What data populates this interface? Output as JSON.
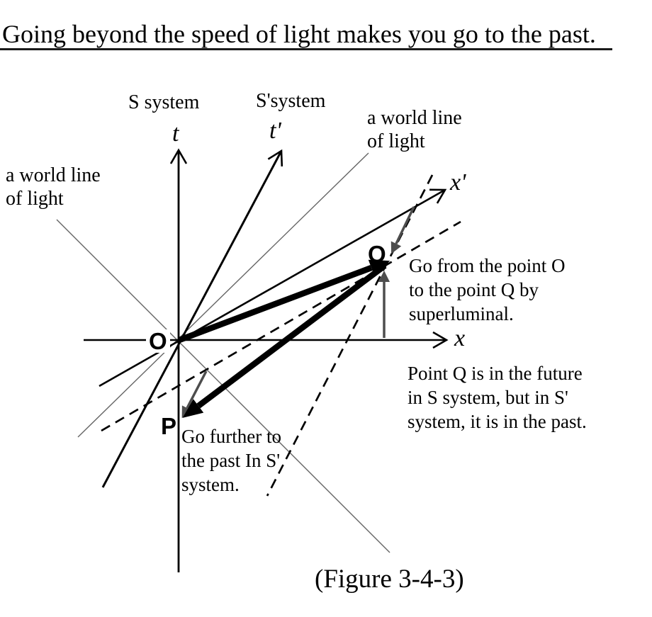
{
  "title": "Going beyond the speed of light makes you go to the past.",
  "frame_labels": {
    "s": "S system",
    "s_prime": "S'system"
  },
  "axis_labels": {
    "t": "t",
    "t_prime": "t'",
    "x": "x",
    "x_prime": "x'"
  },
  "point_labels": {
    "origin": "O",
    "q": "Q",
    "p": "P"
  },
  "world_line_labels": {
    "left": "a world line\nof light",
    "right": "a world line\nof light"
  },
  "annotations": {
    "superluminal_trip": "Go from the point O\nto the point Q by\nsuperluminal.",
    "q_relativity": "Point Q is in the future\nin S system, but in S'\nsystem, it is in the past.",
    "p_further_past": "Go further to\nthe past In S'\nsystem."
  },
  "caption": "(Figure 3-4-3)",
  "colors": {
    "ink": "#000000",
    "gray_accent": "#4d4d4d",
    "light_line": "#666666"
  }
}
